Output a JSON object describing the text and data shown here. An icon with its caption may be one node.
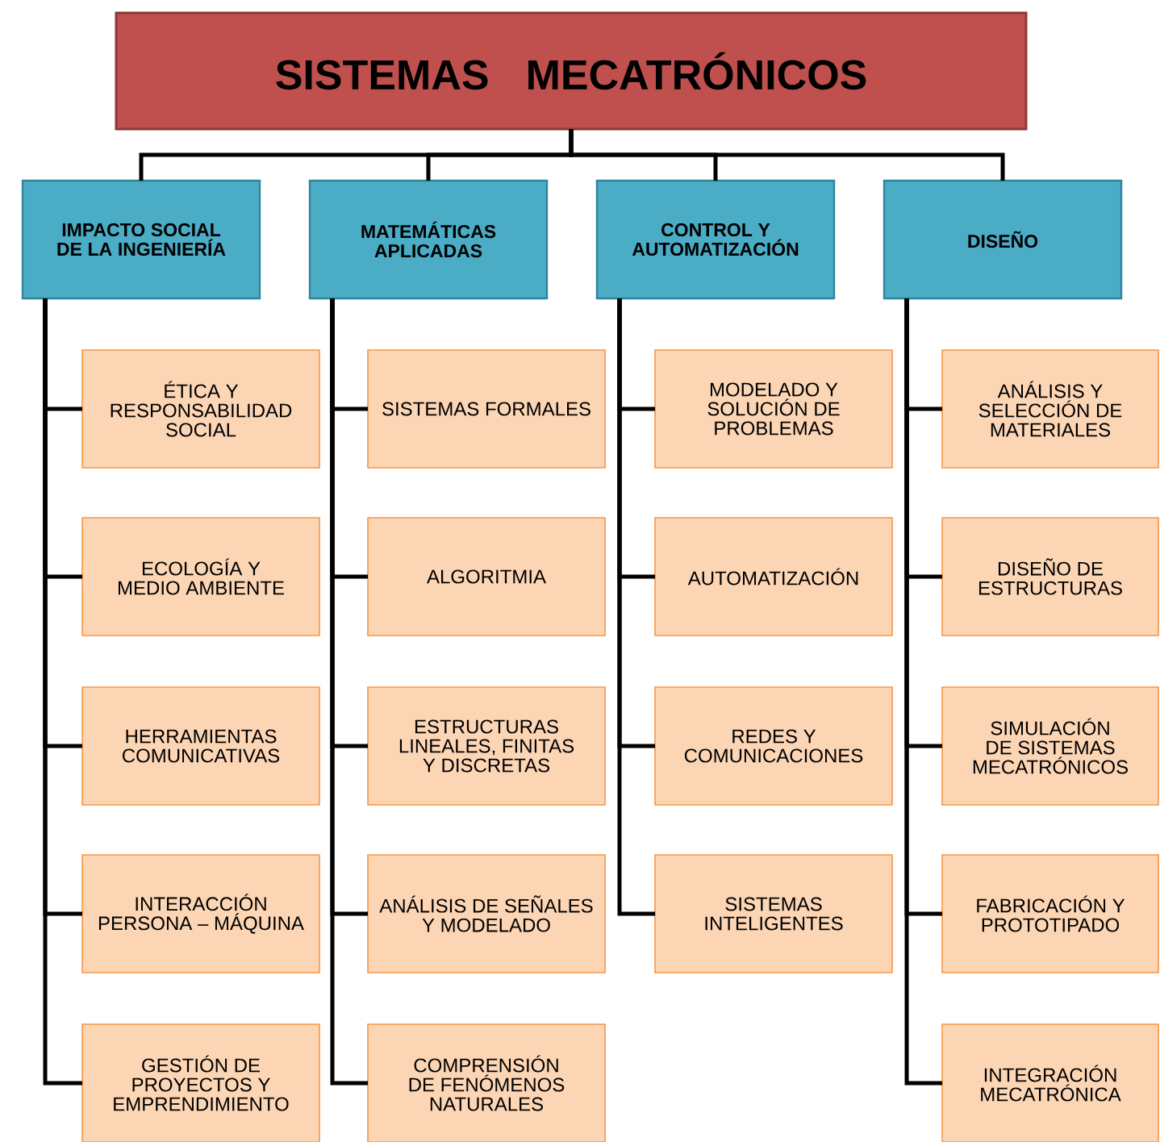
{
  "diagram": {
    "nodes": [
      {
        "text": [
          "SISTEMAS MECATRÓNICOS"
        ]
      },
      {
        "text": [
          "IMPACTO SOCIAL DE LA INGENIERÍA"
        ]
      },
      {
        "text": [
          "MATEMÁTICAS APLICADAS"
        ]
      },
      {
        "text": [
          "CONTROL Y AUTOMATIZACIÓN"
        ]
      },
      {
        "text": [
          "DISEÑO"
        ]
      },
      {
        "text": [
          "ÉTICA Y RESPONSABILIDAD SOCIAL"
        ]
      },
      {
        "text": [
          "ECOLOGÍA Y MEDIO AMBIENTE"
        ]
      },
      {
        "text": [
          "HERRAMIENTAS COMUNICATIVAS"
        ]
      },
      {
        "text": [
          "INTERACCIÓN PERSONA – MÁQUINA"
        ]
      },
      {
        "text": [
          "GESTIÓN DE PROYECTOS Y EMPRENDIMIENTO"
        ]
      },
      {
        "text": [
          "SISTEMAS FORMALES"
        ]
      },
      {
        "text": [
          "ALGORITMIA"
        ]
      },
      {
        "text": [
          "ESTRUCTURAS LINEALES, FINITAS Y DISCRETAS"
        ]
      },
      {
        "text": [
          "ANÁLISIS DE SEÑALES Y MODELADO"
        ]
      },
      {
        "text": [
          "COMPRENSIÓN DE FENÓMENOS NATURALES"
        ]
      },
      {
        "text": [
          "MODELADO Y SOLUCIÓN DE PROBLEMAS"
        ]
      },
      {
        "text": [
          "AUTOMATIZACIÓN"
        ]
      },
      {
        "text": [
          "REDES Y COMUNICACIONES"
        ]
      },
      {
        "text": [
          "SISTEMAS INTELIGENTES"
        ]
      },
      {
        "text": [
          "ANÁLISIS Y SELECCIÓN DE MATERIALES"
        ]
      },
      {
        "text": [
          "DISEÑO DE ESTRUCTURAS"
        ]
      },
      {
        "text": [
          "SIMULACIÓN DE SISTEMAS MECATRÓNICOS"
        ]
      },
      {
        "text": [
          "FABRICACIÓN Y PROTOTIPADO"
        ]
      },
      {
        "text": [
          "INTEGRACIÓN MECATRÓNICA"
        ]
      }
    ],
    "edges": [
      {
        "from": 0,
        "to": 1,
        "arrow": "none"
      },
      {
        "from": 0,
        "to": 2,
        "arrow": "none"
      },
      {
        "from": 0,
        "to": 3,
        "arrow": "none"
      },
      {
        "from": 0,
        "to": 4,
        "arrow": "none"
      },
      {
        "from": 1,
        "to": 5,
        "arrow": "none"
      },
      {
        "from": 1,
        "to": 6,
        "arrow": "none"
      },
      {
        "from": 1,
        "to": 7,
        "arrow": "none"
      },
      {
        "from": 1,
        "to": 8,
        "arrow": "none"
      },
      {
        "from": 1,
        "to": 9,
        "arrow": "none"
      },
      {
        "from": 2,
        "to": 10,
        "arrow": "none"
      },
      {
        "from": 2,
        "to": 11,
        "arrow": "none"
      },
      {
        "from": 2,
        "to": 12,
        "arrow": "none"
      },
      {
        "from": 2,
        "to": 13,
        "arrow": "none"
      },
      {
        "from": 2,
        "to": 14,
        "arrow": "none"
      },
      {
        "from": 3,
        "to": 15,
        "arrow": "none"
      },
      {
        "from": 3,
        "to": 16,
        "arrow": "none"
      },
      {
        "from": 3,
        "to": 17,
        "arrow": "none"
      },
      {
        "from": 3,
        "to": 18,
        "arrow": "none"
      },
      {
        "from": 4,
        "to": 19,
        "arrow": "none"
      },
      {
        "from": 4,
        "to": 20,
        "arrow": "none"
      },
      {
        "from": 4,
        "to": 21,
        "arrow": "none"
      },
      {
        "from": 4,
        "to": 22,
        "arrow": "none"
      },
      {
        "from": 4,
        "to": 23,
        "arrow": "none"
      }
    ]
  }
}
